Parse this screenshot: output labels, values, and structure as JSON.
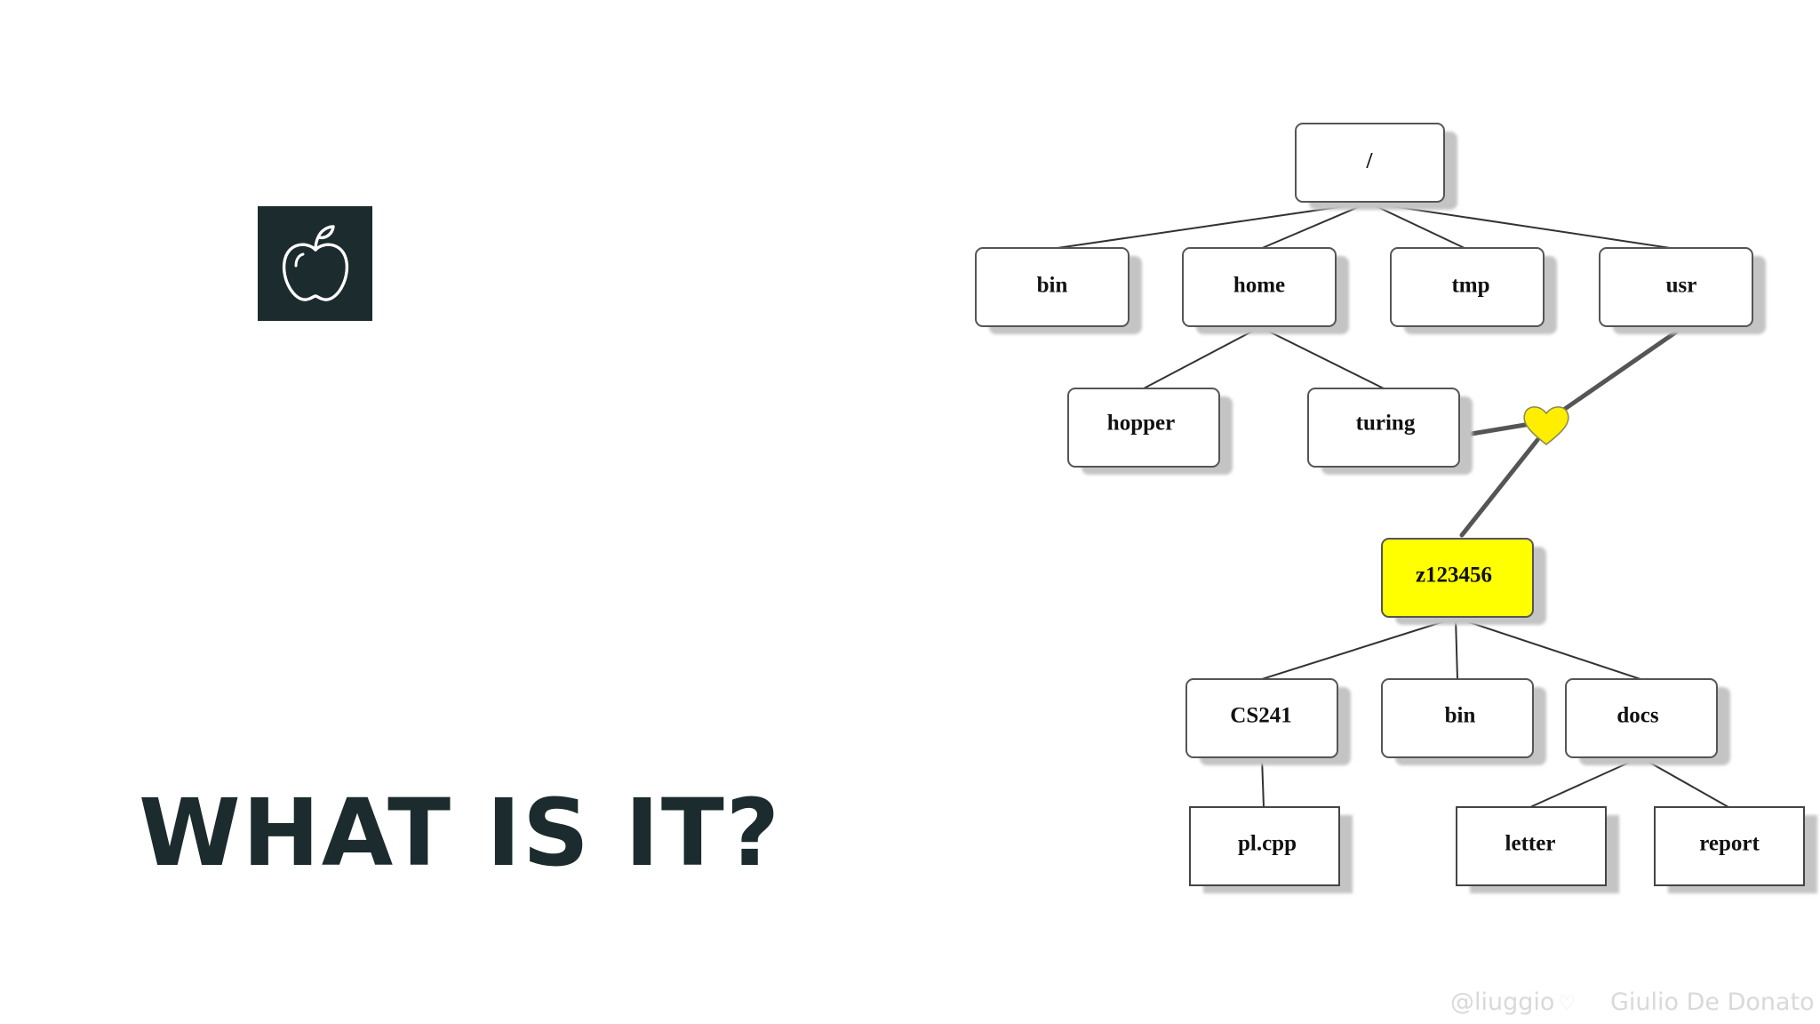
{
  "slide": {
    "headline": "WHAT IS IT?",
    "logo_icon": "apple-outline-icon"
  },
  "tree": {
    "nodes": {
      "root": "/",
      "bin": "bin",
      "home": "home",
      "tmp": "tmp",
      "usr": "usr",
      "hopper": "hopper",
      "turing": "turing",
      "z123456": "z123456",
      "cs241": "CS241",
      "bin2": "bin",
      "docs": "docs",
      "pl_cpp": "pl.cpp",
      "letter": "letter",
      "report": "report"
    },
    "highlight_color": "#ffff00",
    "heart_color": "#ffee00"
  },
  "footer": {
    "handle": "@liuggio",
    "author": "Giulio De Donato"
  }
}
